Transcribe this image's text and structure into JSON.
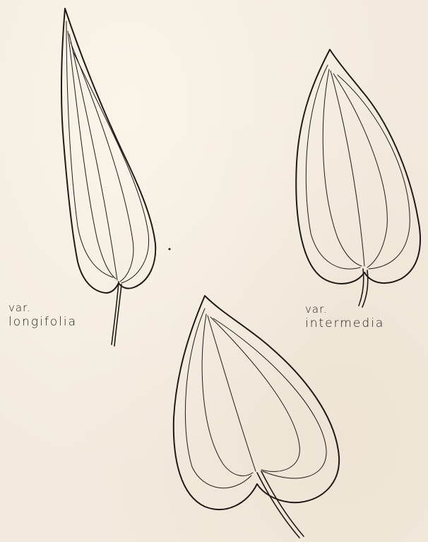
{
  "labels": {
    "longifolia": {
      "var": "var.",
      "name": "longifolia"
    },
    "intermedia": {
      "var": "var.",
      "name": "intermedia"
    }
  },
  "colors": {
    "paper": "#f3ebdf",
    "ink": "#1f1a16"
  }
}
